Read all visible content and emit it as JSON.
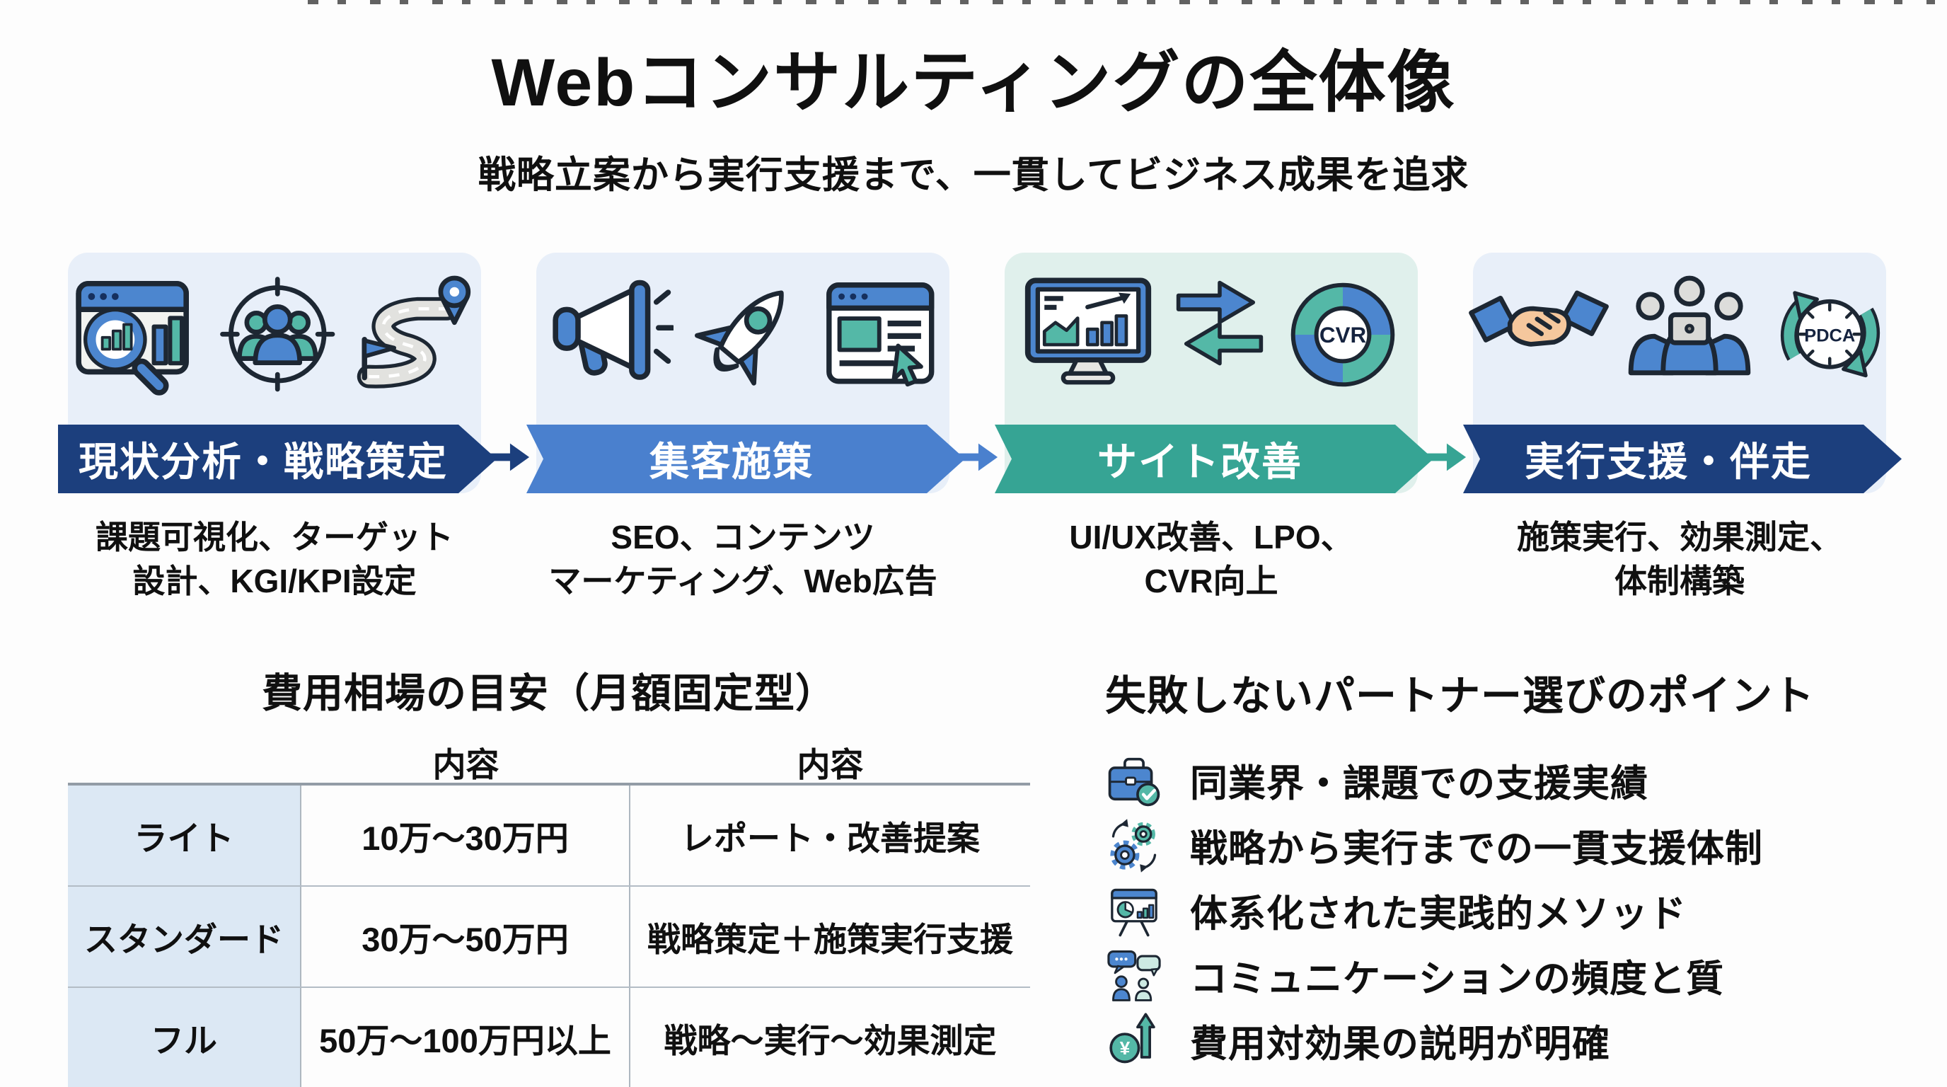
{
  "header": {
    "title": "Webコンサルティングの全体像",
    "subtitle": "戦略立案から実行支援まで、一貫してビジネス成果を追求"
  },
  "steps": [
    {
      "label": "現状分析・戦略策定",
      "desc1": "課題可視化、ターゲット",
      "desc2": "設計、KGI/KPI設定",
      "banner_color": "#1c3f7d",
      "card_color": "#e8eff9",
      "icons": [
        "browser-analytics-magnifier",
        "target-audience",
        "roadmap-pin-flag"
      ]
    },
    {
      "label": "集客施策",
      "desc1": "SEO、コンテンツ",
      "desc2": "マーケティング、Web広告",
      "banner_color": "#4a80ce",
      "card_color": "#e8eff9",
      "icons": [
        "megaphone",
        "rocket",
        "webpage-cursor"
      ]
    },
    {
      "label": "サイト改善",
      "desc1": "UI/UX改善、LPO、",
      "desc2": "CVR向上",
      "banner_color": "#36a494",
      "card_color": "#e0f0ec",
      "badge": "CVR",
      "icons": [
        "monitor-chart",
        "sync-arrows",
        "cvr-donut"
      ]
    },
    {
      "label": "実行支援・伴走",
      "desc1": "施策実行、効果測定、",
      "desc2": "体制構築",
      "banner_color": "#1c3f7d",
      "card_color": "#e8eff9",
      "badge": "PDCA",
      "icons": [
        "handshake",
        "team-laptop",
        "pdca-cycle"
      ]
    }
  ],
  "connectors": [
    {
      "color": "#1c3f7d"
    },
    {
      "color": "#4a80ce"
    },
    {
      "color": "#36a494"
    }
  ],
  "pricing": {
    "title": "費用相場の目安（月額固定型）",
    "col2_header": "内容",
    "col3_header": "内容",
    "rows": [
      {
        "plan": "ライト",
        "price": "10万〜30万円",
        "content": "レポート・改善提案"
      },
      {
        "plan": "スタンダード",
        "price": "30万〜50万円",
        "content": "戦略策定＋施策実行支援"
      },
      {
        "plan": "フル",
        "price": "50万〜100万円以上",
        "content": "戦略〜実行〜効果測定"
      }
    ]
  },
  "points": {
    "title": "失敗しないパートナー選びのポイント",
    "items": [
      {
        "icon": "briefcase-check",
        "text": "同業界・課題での支援実績"
      },
      {
        "icon": "gears-cycle",
        "text": "戦略から実行までの一貫支援体制"
      },
      {
        "icon": "presentation-chart",
        "text": "体系化された実践的メソッド"
      },
      {
        "icon": "speech-people",
        "text": "コミュニケーションの頻度と質"
      },
      {
        "icon": "yen-growth",
        "text": "費用対効果の説明が明確",
        "coin_glyph": "¥"
      }
    ]
  },
  "colors": {
    "navy": "#1c3f7d",
    "blue": "#4a80ce",
    "teal": "#36a494",
    "card_blue": "#e8eff9",
    "card_mint": "#e0f0ec",
    "table_plan_bg": "#dce8f4",
    "icon_blue": "#4c86cf",
    "icon_teal": "#54b8a7"
  }
}
